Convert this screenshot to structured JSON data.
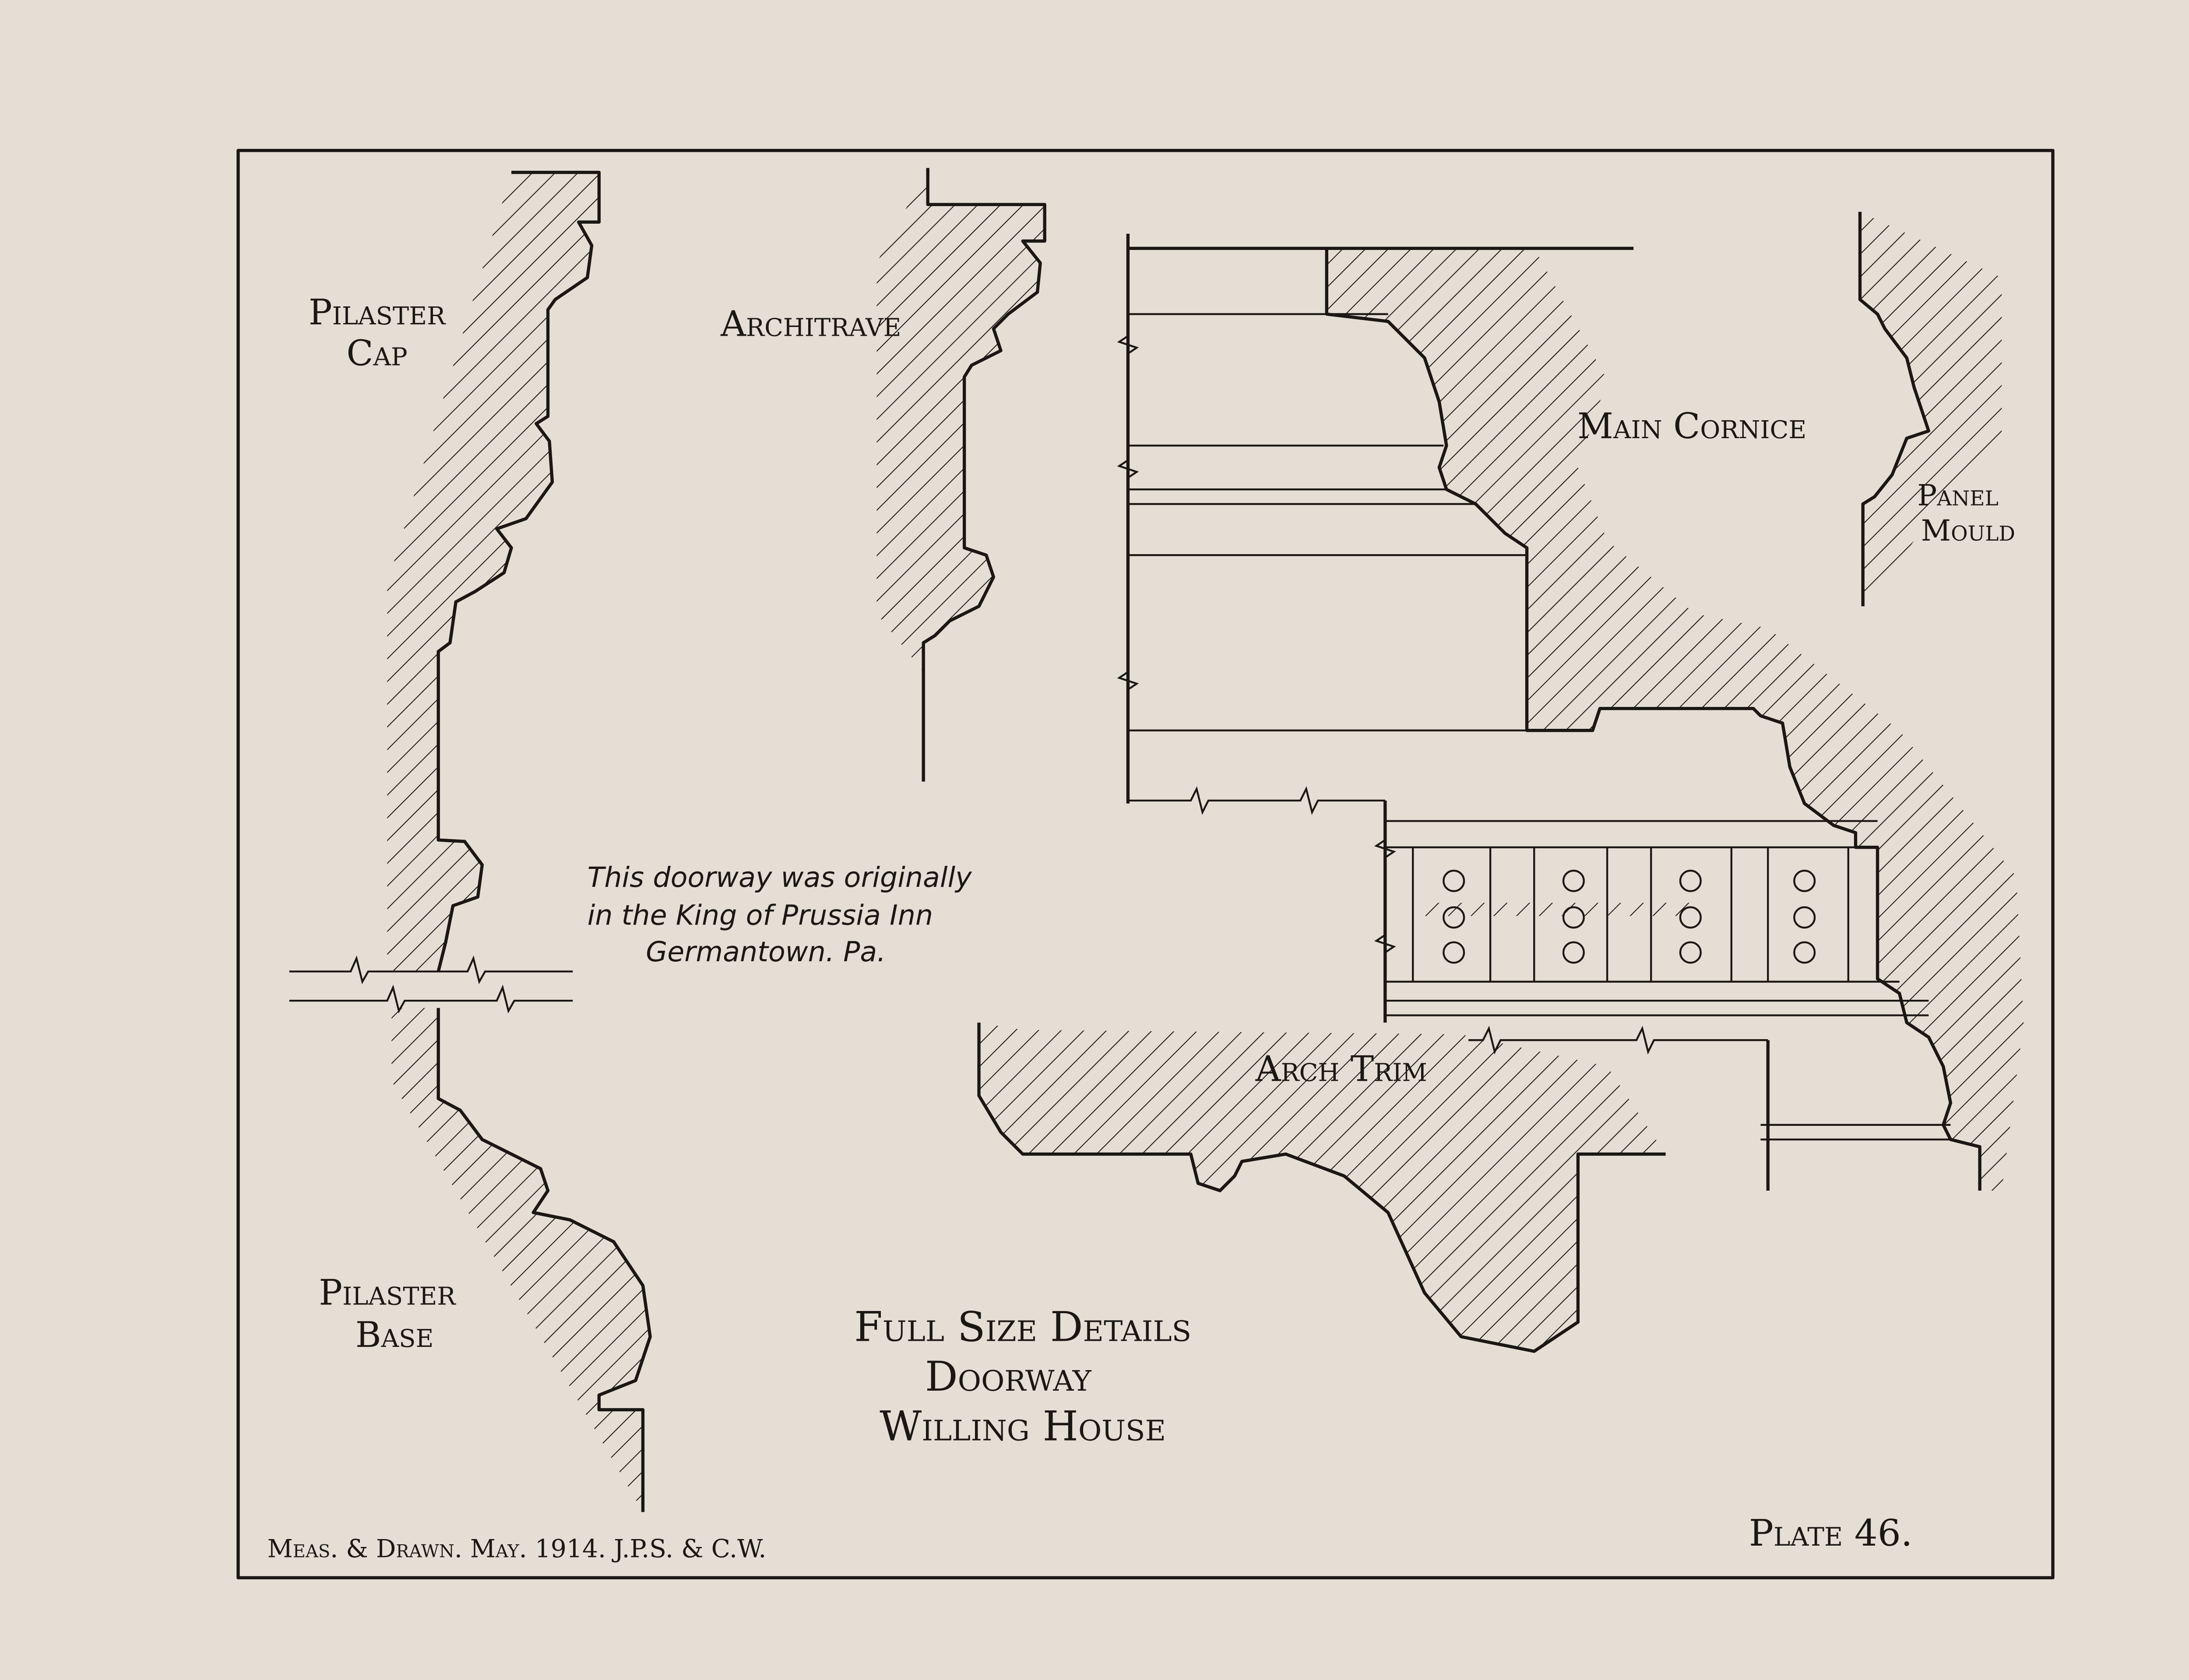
{
  "plate": {
    "title_lines": [
      "Full Size Details",
      "Doorway",
      "Willing House"
    ],
    "plate_number": "Plate 46.",
    "credit": "Meas. & Drawn. May. 1914. J.P.S. & C.W."
  },
  "labels": {
    "pilaster_cap": [
      "Pilaster",
      "Cap"
    ],
    "architrave": "Architrave",
    "main_cornice": "Main Cornice",
    "panel_mould": [
      "Panel",
      "Mould"
    ],
    "arch_trim": "Arch Trim",
    "pilaster_base": [
      "Pilaster",
      "Base"
    ]
  },
  "note": {
    "lines": [
      "This doorway was originally",
      "in the King of Prussia Inn",
      "Germantown. Pa."
    ]
  },
  "colors": {
    "paper": "#e4ded4",
    "ink": "#1a1714"
  }
}
